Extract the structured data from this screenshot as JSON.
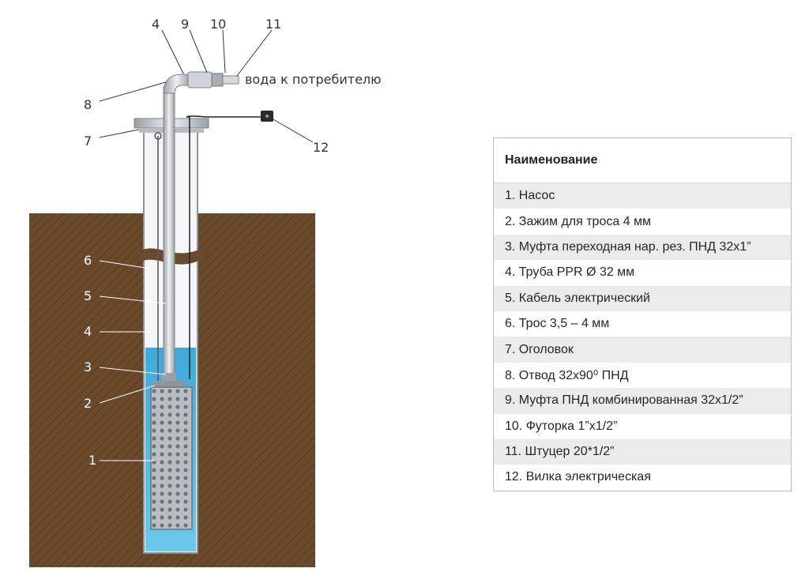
{
  "diagram": {
    "water_label": "вода к потребителю",
    "callouts": [
      "1",
      "2",
      "3",
      "4",
      "5",
      "6",
      "7",
      "8",
      "9",
      "10",
      "11",
      "12"
    ]
  },
  "table": {
    "header": "Наименование",
    "rows": [
      "1. Насос",
      "2. Зажим для троса 4 мм",
      "3. Муфта переходная нар. рез. ПНД 32х1”",
      "4. Труба PPR Ø 32 мм",
      "5. Кабель электрический",
      "6. Трос 3,5 – 4 мм",
      "7. Оголовок",
      "8. Отвод 32х90⁰ ПНД",
      "9. Муфта ПНД комбинированная 32х1/2”",
      "10. Футорка 1”х1/2”",
      "11. Штуцер 20*1/2”",
      "12. Вилка электрическая"
    ]
  },
  "colors": {
    "soil": "#6b4a2b",
    "water": "#4fb7e0",
    "pipe": "#c9cdd1",
    "table_stripe": "#ebebeb"
  }
}
